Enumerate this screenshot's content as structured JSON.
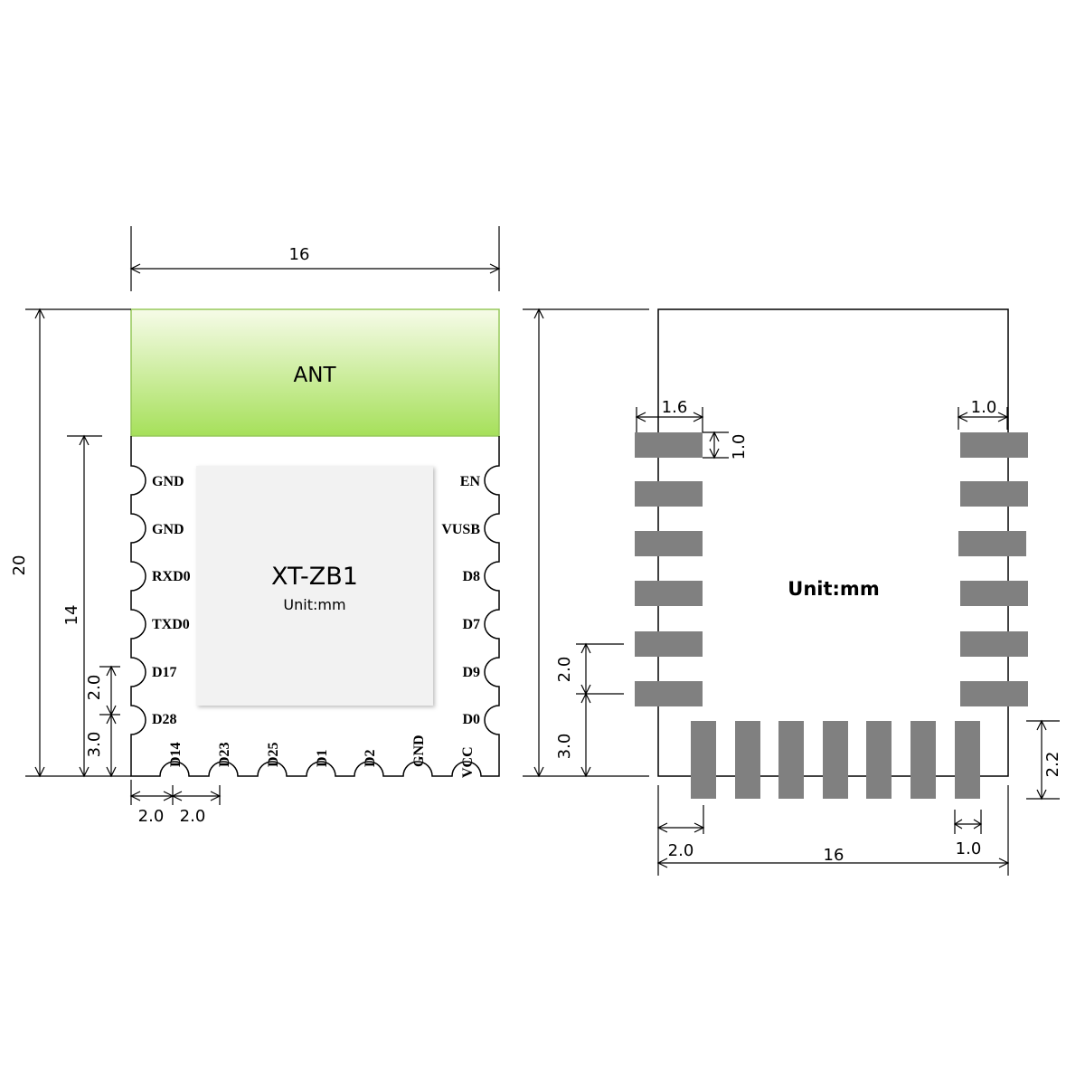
{
  "module": {
    "antenna_label": "ANT",
    "chip_name": "XT-ZB1",
    "chip_unit": "Unit:mm",
    "left_pins": [
      "GND",
      "GND",
      "RXD0",
      "TXD0",
      "D17",
      "D28"
    ],
    "right_pins": [
      "EN",
      "VUSB",
      "D8",
      "D7",
      "D9",
      "D0"
    ],
    "bottom_pins": [
      "D14",
      "D23",
      "D25",
      "D1",
      "D2",
      "GND",
      "VCC"
    ],
    "dims": {
      "width": "16",
      "height": "20",
      "pin_area_height": "14",
      "pin_pitch": "2.0",
      "last_pin_offset": "3.0",
      "bottom_first_offset": "2.0",
      "bottom_pitch": "2.0"
    }
  },
  "footprint": {
    "unit_label": "Unit:mm",
    "dims": {
      "left_pad_length": "1.6",
      "pad_width": "1.0",
      "right_pad_length": "1.0",
      "pad_pitch": "2.0",
      "last_pad_offset": "3.0",
      "bottom_pad_extension": "2.2",
      "bottom_first_offset": "2.0",
      "width": "16",
      "bottom_last_offset": "1.0"
    }
  },
  "colors": {
    "antenna_top": "#f6fbe8",
    "antenna_bottom": "#a6e05a",
    "antenna_border": "#96c85a",
    "chip_fill": "#f2f2f2",
    "pad_fill": "#808080",
    "line": "#000000"
  }
}
